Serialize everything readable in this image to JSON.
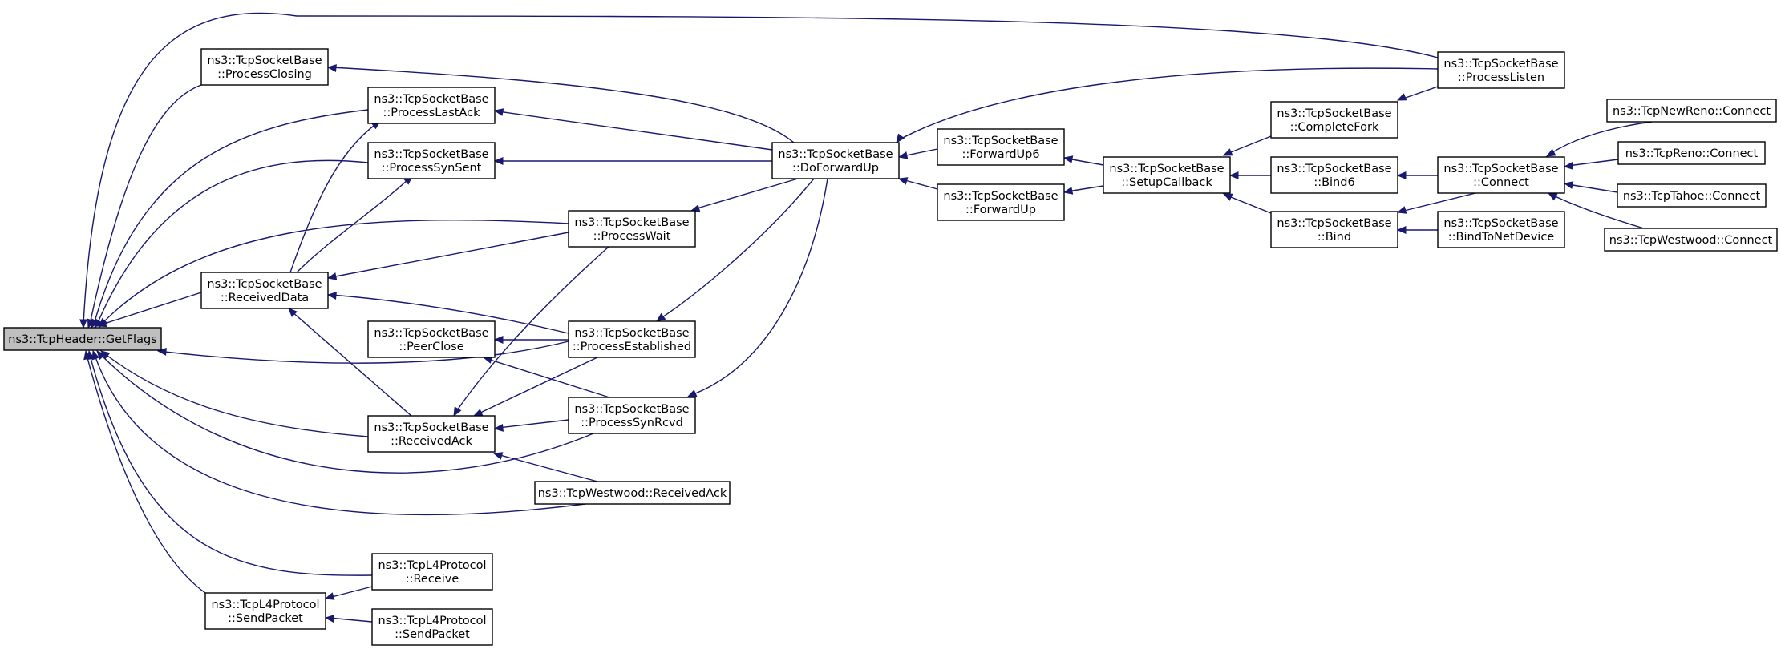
{
  "graph": {
    "colors": {
      "edge": "#191970",
      "root_fill": "#bfbfbf",
      "node_fill": "#ffffff",
      "border": "#000000"
    },
    "nodes": {
      "getflags": {
        "lines": [
          "ns3::TcpHeader::GetFlags"
        ],
        "root": true
      },
      "processClosing": {
        "lines": [
          "ns3::TcpSocketBase",
          "::ProcessClosing"
        ]
      },
      "processLastAck": {
        "lines": [
          "ns3::TcpSocketBase",
          "::ProcessLastAck"
        ]
      },
      "processSynSent": {
        "lines": [
          "ns3::TcpSocketBase",
          "::ProcessSynSent"
        ]
      },
      "receivedData": {
        "lines": [
          "ns3::TcpSocketBase",
          "::ReceivedData"
        ]
      },
      "peerClose": {
        "lines": [
          "ns3::TcpSocketBase",
          "::PeerClose"
        ]
      },
      "receivedAck": {
        "lines": [
          "ns3::TcpSocketBase",
          "::ReceivedAck"
        ]
      },
      "tcpL4SendPacket1": {
        "lines": [
          "ns3::TcpL4Protocol",
          "::SendPacket"
        ]
      },
      "tcpL4Receive": {
        "lines": [
          "ns3::TcpL4Protocol",
          "::Receive"
        ]
      },
      "tcpL4SendPacket2": {
        "lines": [
          "ns3::TcpL4Protocol",
          "::SendPacket"
        ]
      },
      "processWait": {
        "lines": [
          "ns3::TcpSocketBase",
          "::ProcessWait"
        ]
      },
      "processEstablished": {
        "lines": [
          "ns3::TcpSocketBase",
          "::ProcessEstablished"
        ]
      },
      "processSynRcvd": {
        "lines": [
          "ns3::TcpSocketBase",
          "::ProcessSynRcvd"
        ]
      },
      "westwoodReceivedAck": {
        "lines": [
          "ns3::TcpWestwood::ReceivedAck"
        ]
      },
      "doForwardUp": {
        "lines": [
          "ns3::TcpSocketBase",
          "::DoForwardUp"
        ]
      },
      "forwardUp6": {
        "lines": [
          "ns3::TcpSocketBase",
          "::ForwardUp6"
        ]
      },
      "forwardUp": {
        "lines": [
          "ns3::TcpSocketBase",
          "::ForwardUp"
        ]
      },
      "setupCallback": {
        "lines": [
          "ns3::TcpSocketBase",
          "::SetupCallback"
        ]
      },
      "completeFork": {
        "lines": [
          "ns3::TcpSocketBase",
          "::CompleteFork"
        ]
      },
      "bind6": {
        "lines": [
          "ns3::TcpSocketBase",
          "::Bind6"
        ]
      },
      "bind": {
        "lines": [
          "ns3::TcpSocketBase",
          "::Bind"
        ]
      },
      "processListen": {
        "lines": [
          "ns3::TcpSocketBase",
          "::ProcessListen"
        ]
      },
      "connect": {
        "lines": [
          "ns3::TcpSocketBase",
          "::Connect"
        ]
      },
      "bindToNetDevice": {
        "lines": [
          "ns3::TcpSocketBase",
          "::BindToNetDevice"
        ]
      },
      "newRenoConnect": {
        "lines": [
          "ns3::TcpNewReno::Connect"
        ]
      },
      "renoConnect": {
        "lines": [
          "ns3::TcpReno::Connect"
        ]
      },
      "tahoeConnect": {
        "lines": [
          "ns3::TcpTahoe::Connect"
        ]
      },
      "westwoodConnect": {
        "lines": [
          "ns3::TcpWestwood::Connect"
        ]
      }
    },
    "edges": [
      [
        "processClosing",
        "getflags"
      ],
      [
        "processLastAck",
        "getflags"
      ],
      [
        "processSynSent",
        "getflags"
      ],
      [
        "receivedData",
        "getflags"
      ],
      [
        "processWait",
        "getflags"
      ],
      [
        "processEstablished",
        "getflags"
      ],
      [
        "receivedAck",
        "getflags"
      ],
      [
        "processSynRcvd",
        "getflags"
      ],
      [
        "westwoodReceivedAck",
        "getflags"
      ],
      [
        "tcpL4Receive",
        "getflags"
      ],
      [
        "tcpL4SendPacket1",
        "getflags"
      ],
      [
        "processListen",
        "getflags"
      ],
      [
        "receivedData",
        "processLastAck"
      ],
      [
        "receivedData",
        "processSynSent"
      ],
      [
        "processWait",
        "receivedData"
      ],
      [
        "processEstablished",
        "receivedData"
      ],
      [
        "receivedAck",
        "receivedData"
      ],
      [
        "processEstablished",
        "peerClose"
      ],
      [
        "processSynRcvd",
        "peerClose"
      ],
      [
        "processWait",
        "receivedAck"
      ],
      [
        "processEstablished",
        "receivedAck"
      ],
      [
        "processSynRcvd",
        "receivedAck"
      ],
      [
        "westwoodReceivedAck",
        "receivedAck"
      ],
      [
        "tcpL4Receive",
        "tcpL4SendPacket1"
      ],
      [
        "tcpL4SendPacket2",
        "tcpL4SendPacket1"
      ],
      [
        "doForwardUp",
        "processClosing"
      ],
      [
        "doForwardUp",
        "processLastAck"
      ],
      [
        "doForwardUp",
        "processSynSent"
      ],
      [
        "doForwardUp",
        "processWait"
      ],
      [
        "doForwardUp",
        "processEstablished"
      ],
      [
        "doForwardUp",
        "processSynRcvd"
      ],
      [
        "forwardUp6",
        "doForwardUp"
      ],
      [
        "forwardUp",
        "doForwardUp"
      ],
      [
        "processListen",
        "doForwardUp"
      ],
      [
        "setupCallback",
        "forwardUp6"
      ],
      [
        "setupCallback",
        "forwardUp"
      ],
      [
        "completeFork",
        "setupCallback"
      ],
      [
        "bind6",
        "setupCallback"
      ],
      [
        "bind",
        "setupCallback"
      ],
      [
        "processListen",
        "completeFork"
      ],
      [
        "connect",
        "bind6"
      ],
      [
        "connect",
        "bind"
      ],
      [
        "bindToNetDevice",
        "bind"
      ],
      [
        "newRenoConnect",
        "connect"
      ],
      [
        "renoConnect",
        "connect"
      ],
      [
        "tahoeConnect",
        "connect"
      ],
      [
        "westwoodConnect",
        "connect"
      ]
    ]
  }
}
